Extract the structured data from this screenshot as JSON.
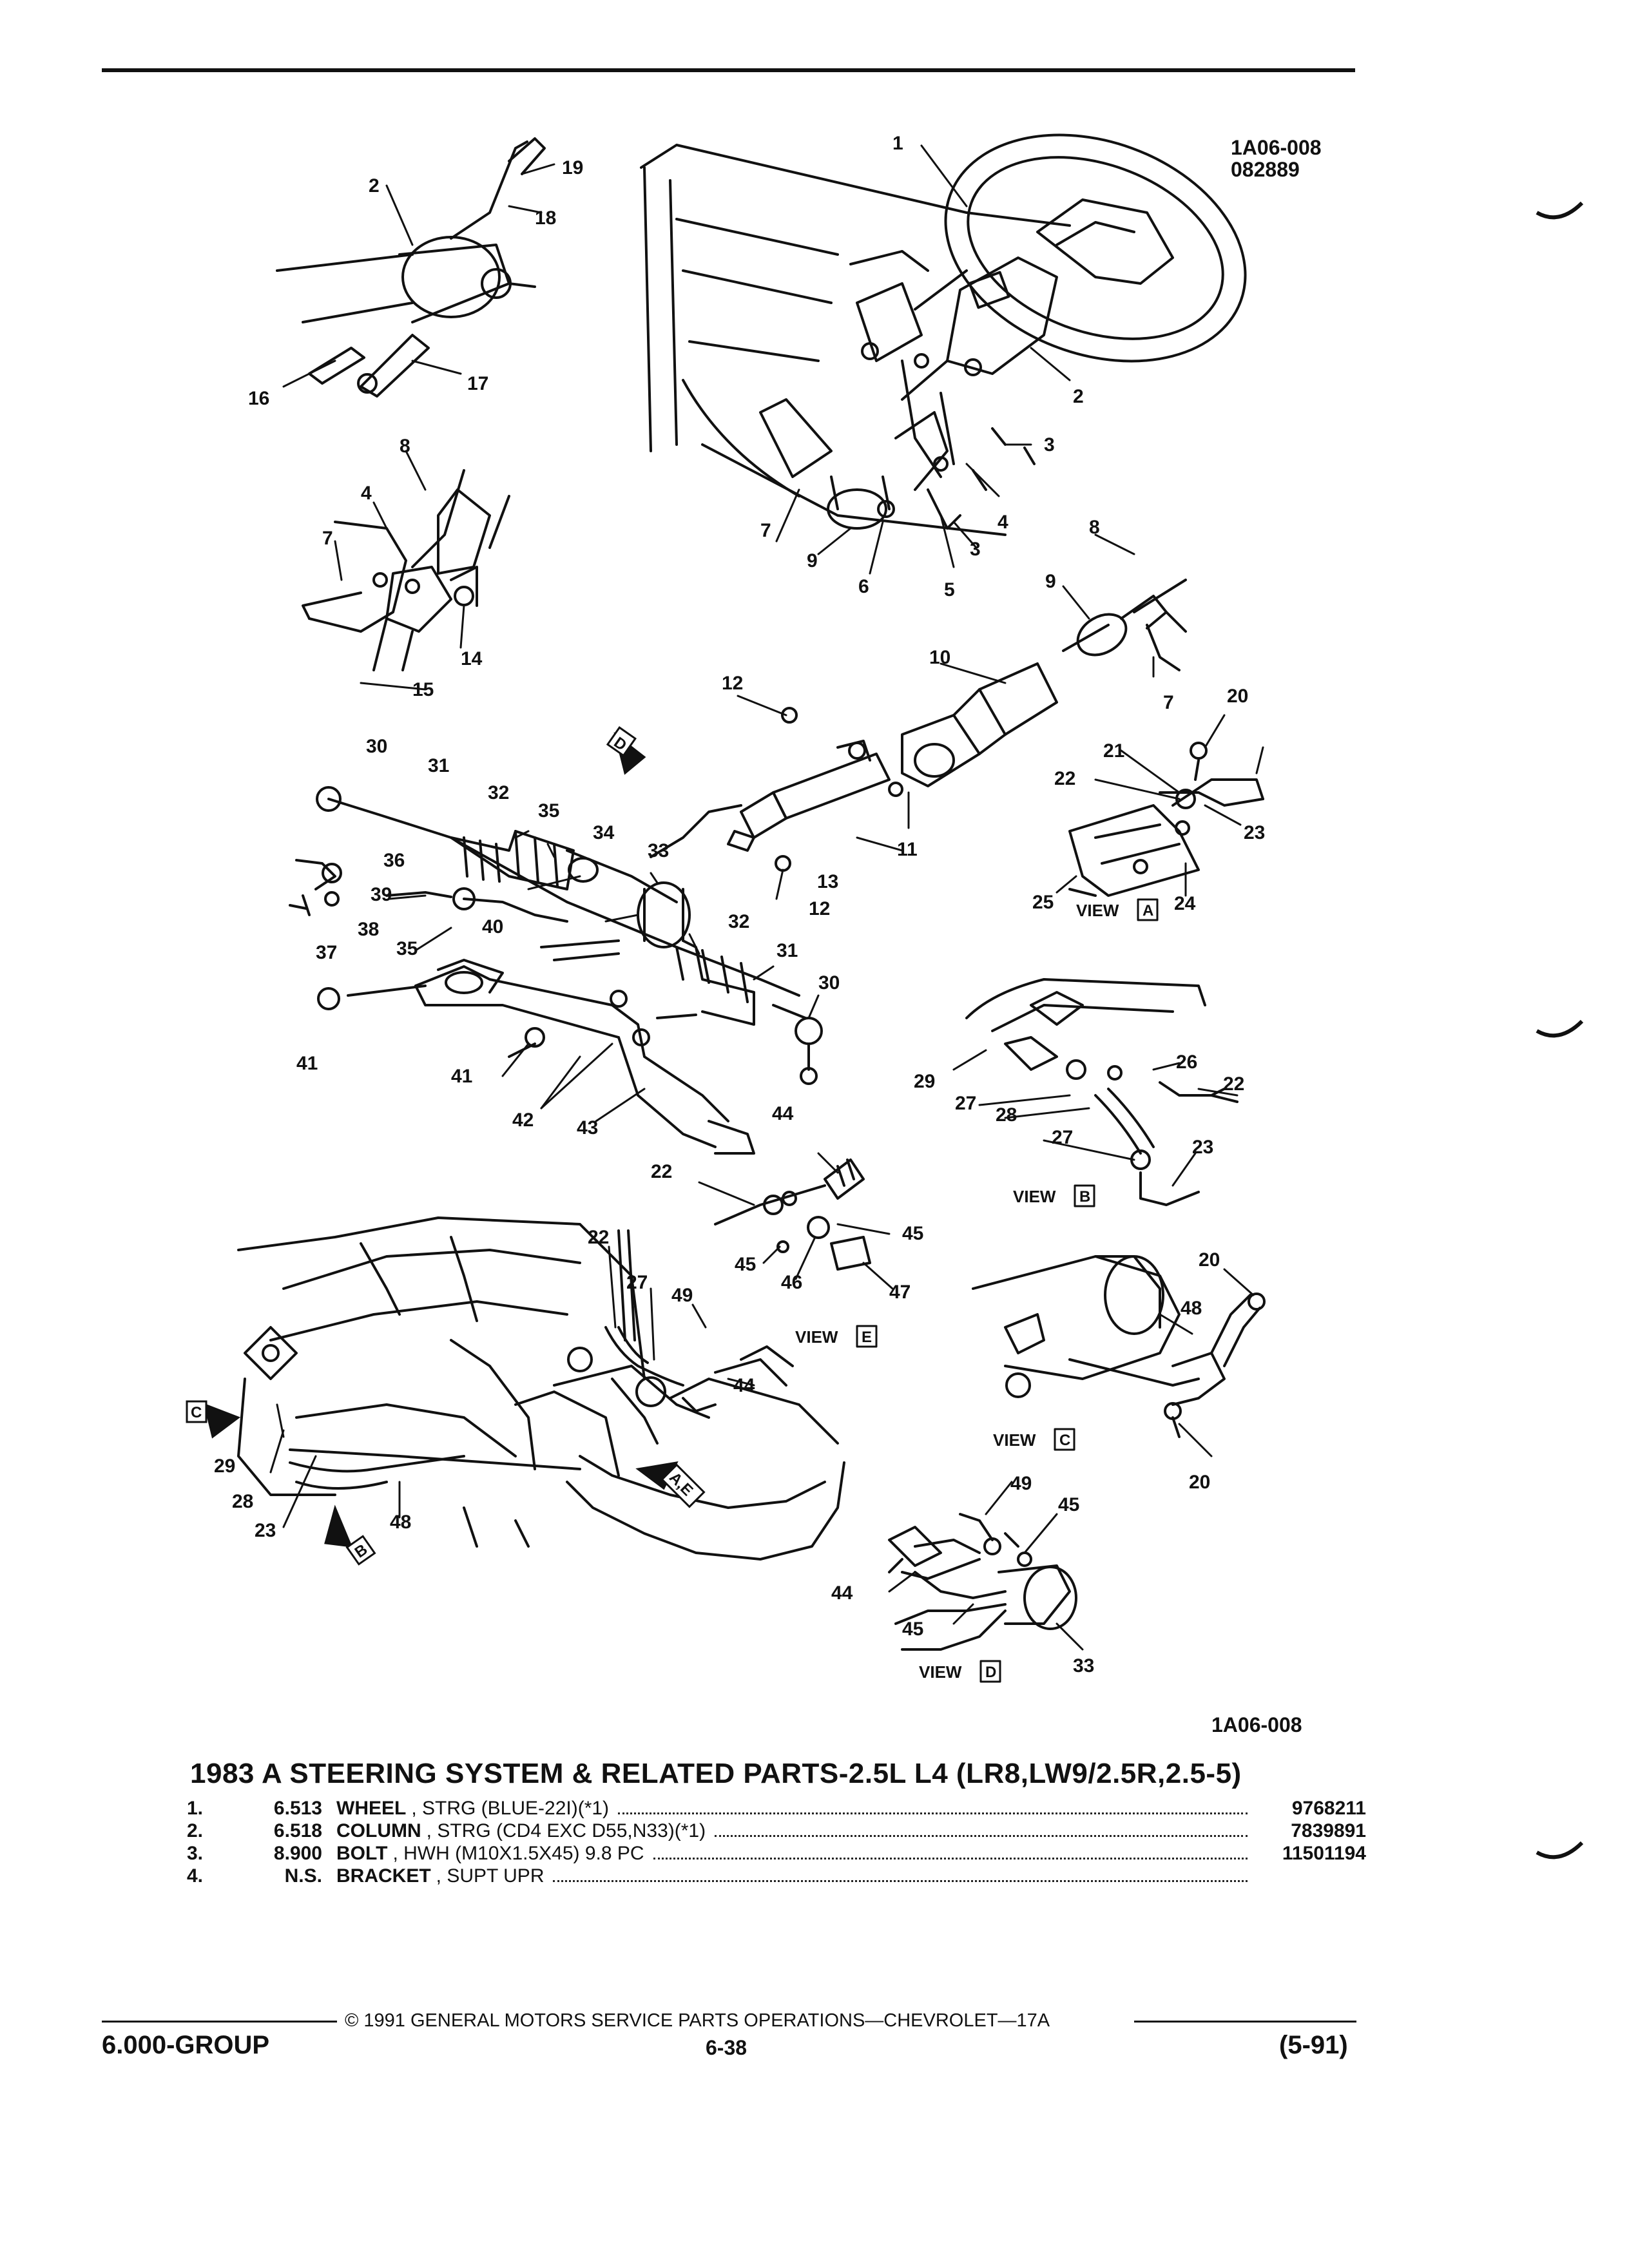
{
  "header": {
    "ref_top": "1A06-008",
    "ref_date": "082889"
  },
  "diagram": {
    "callouts": {
      "c1": "1",
      "c2a": "2",
      "c2b": "2",
      "c3a": "3",
      "c3b": "3",
      "c4a": "4",
      "c4b": "4",
      "c5": "5",
      "c6": "6",
      "c7a": "7",
      "c7b": "7",
      "c7c": "7",
      "c8a": "8",
      "c8b": "8",
      "c9a": "9",
      "c9b": "9",
      "c10": "10",
      "c11": "11",
      "c12a": "12",
      "c12b": "12",
      "c13": "13",
      "c14": "14",
      "c15": "15",
      "c16": "16",
      "c17": "17",
      "c18": "18",
      "c19": "19",
      "c20a": "20",
      "c20b": "20",
      "c20c": "20",
      "c21": "21",
      "c22a": "22",
      "c22b": "22",
      "c22c": "22",
      "c22d": "22",
      "c23a": "23",
      "c23b": "23",
      "c23c": "23",
      "c24": "24",
      "c25": "25",
      "c26": "26",
      "c27a": "27",
      "c27b": "27",
      "c27c": "27",
      "c28a": "28",
      "c28b": "28",
      "c29a": "29",
      "c29b": "29",
      "c30a": "30",
      "c30b": "30",
      "c31a": "31",
      "c31b": "31",
      "c32a": "32",
      "c32b": "32",
      "c33a": "33",
      "c33b": "33",
      "c34": "34",
      "c35a": "35",
      "c35b": "35",
      "c36": "36",
      "c37": "37",
      "c38": "38",
      "c39": "39",
      "c40": "40",
      "c41a": "41",
      "c41b": "41",
      "c42": "42",
      "c43": "43",
      "c44a": "44",
      "c44b": "44",
      "c44c": "44",
      "c45a": "45",
      "c45b": "45",
      "c45c": "45",
      "c45d": "45",
      "c46": "46",
      "c47": "47",
      "c48a": "48",
      "c48b": "48",
      "c49a": "49",
      "c49b": "49"
    },
    "views": {
      "view_word": "VIEW",
      "a": "A",
      "b": "B",
      "c": "C",
      "d": "D",
      "e": "E"
    },
    "arrows": {
      "c": "C",
      "b": "B",
      "d": "D",
      "ae": "A,E"
    },
    "ref_bottom": "1A06-008"
  },
  "title": "1983 A STEERING SYSTEM & RELATED PARTS-2.5L L4 (LR8,LW9/2.5R,2.5-5)",
  "parts": [
    {
      "num": "1.",
      "group": "6.513",
      "name": "WHEEL",
      "desc": ", STRG (BLUE-22I)(*1)",
      "pn": "9768211"
    },
    {
      "num": "2.",
      "group": "6.518",
      "name": "COLUMN",
      "desc": ", STRG (CD4 EXC D55,N33)(*1)",
      "pn": "7839891"
    },
    {
      "num": "3.",
      "group": "8.900",
      "name": "BOLT",
      "desc": ", HWH (M10X1.5X45) 9.8 PC",
      "pn": "11501194"
    },
    {
      "num": "4.",
      "group": "N.S.",
      "name": "BRACKET",
      "desc": ", SUPT UPR",
      "pn": ""
    }
  ],
  "footer": {
    "copyright": "© 1991 GENERAL MOTORS SERVICE PARTS OPERATIONS—CHEVROLET—17A",
    "group": "6.000-GROUP",
    "page": "6-38",
    "revision": "(5-91)"
  }
}
